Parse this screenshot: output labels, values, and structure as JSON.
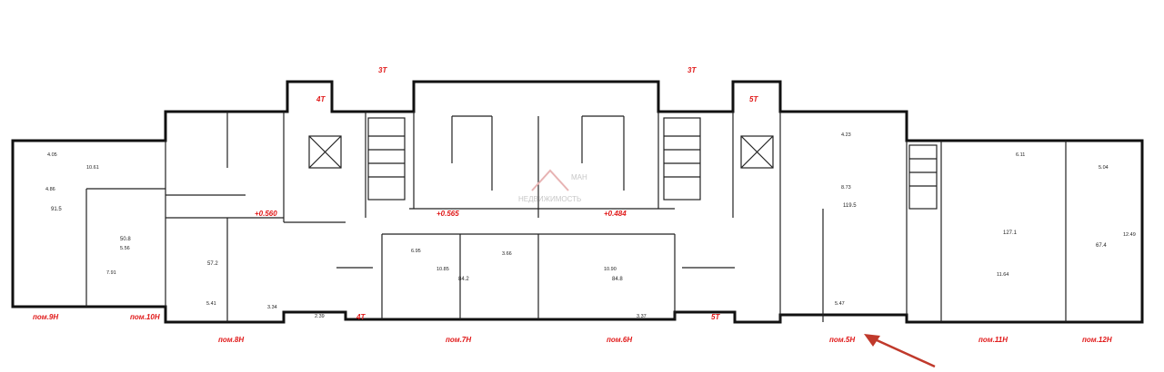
{
  "units": [
    {
      "label": "пом.9Н"
    },
    {
      "label": "пом.10Н"
    },
    {
      "label": "пом.8Н"
    },
    {
      "label": "пом.7Н"
    },
    {
      "label": "пом.6Н"
    },
    {
      "label": "пом.5Н"
    },
    {
      "label": "пом.11Н"
    },
    {
      "label": "пом.12Н"
    }
  ],
  "stairs": [
    {
      "label": "3Т"
    },
    {
      "label": "4Т"
    },
    {
      "label": "3Т"
    },
    {
      "label": "5Т"
    },
    {
      "label": "4Т"
    },
    {
      "label": "5Т"
    }
  ],
  "levels": [
    {
      "label": "+0.560"
    },
    {
      "label": "+0.565"
    },
    {
      "label": "+0.484"
    }
  ],
  "areas": [
    {
      "value": "91.5"
    },
    {
      "value": "50.8"
    },
    {
      "value": "57.2"
    },
    {
      "value": "84.2"
    },
    {
      "value": "84.8"
    },
    {
      "value": "119.5"
    },
    {
      "value": "127.1"
    },
    {
      "value": "67.4"
    }
  ],
  "dims": [
    {
      "value": "4.05"
    },
    {
      "value": "10.61"
    },
    {
      "value": "4.86"
    },
    {
      "value": "7.91"
    },
    {
      "value": "5.56"
    },
    {
      "value": "5.41"
    },
    {
      "value": "3.34"
    },
    {
      "value": "6.95"
    },
    {
      "value": "10.85"
    },
    {
      "value": "3.66"
    },
    {
      "value": "10.90"
    },
    {
      "value": "6.11"
    },
    {
      "value": "11.64"
    },
    {
      "value": "5.04"
    },
    {
      "value": "12.49"
    },
    {
      "value": "4.23"
    },
    {
      "value": "8.73"
    },
    {
      "value": "5.47"
    },
    {
      "value": "2.39"
    },
    {
      "value": "3.37"
    }
  ],
  "watermark": {
    "brand": "МАН",
    "sub": "НЕДВИЖИМОСТЬ"
  },
  "colors": {
    "wall": "#111111",
    "red_label": "#e01818",
    "arrow": "#c0392b"
  }
}
